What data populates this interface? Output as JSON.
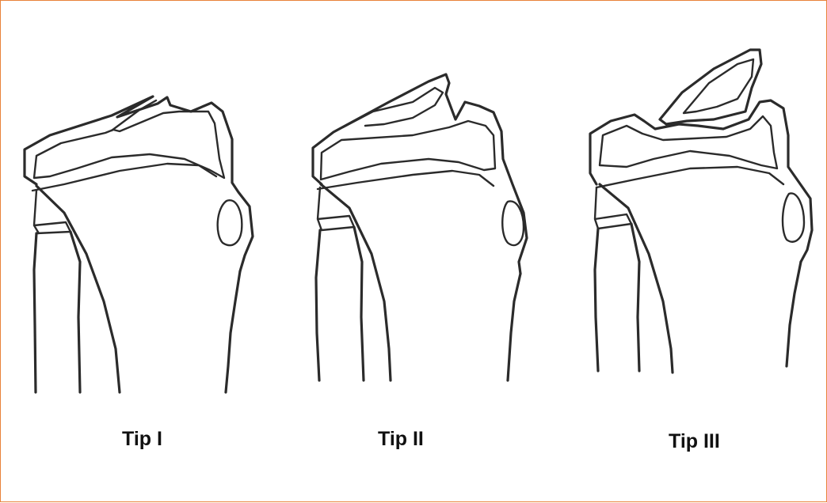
{
  "figure": {
    "panels": [
      {
        "label": "Tip I"
      },
      {
        "label": "Tip II"
      },
      {
        "label": "Tip III"
      }
    ]
  },
  "colors": {
    "frame_border": "#e8823a",
    "line": "#2b2b2b",
    "caption": "#111111"
  }
}
